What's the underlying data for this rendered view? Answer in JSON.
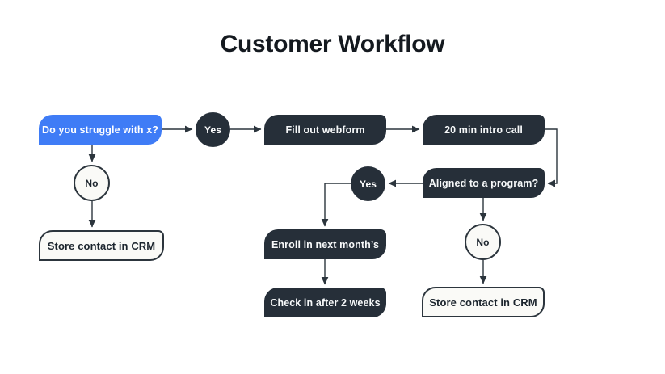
{
  "title": "Customer Workflow",
  "colors": {
    "accent_blue": "#3f7cf6",
    "node_dark": "#262f39",
    "node_light_fill": "#fafaf7",
    "connector_line": "#2c353d",
    "background": "#ffffff"
  },
  "nodes": {
    "start": {
      "label": "Do you struggle with x?"
    },
    "yes1": {
      "label": "Yes"
    },
    "webform": {
      "label": "Fill out webform"
    },
    "intro_call": {
      "label": "20 min intro call"
    },
    "aligned": {
      "label": "Aligned to a program?"
    },
    "yes2": {
      "label": "Yes"
    },
    "no1": {
      "label": "No"
    },
    "crm_left": {
      "label": "Store contact in CRM"
    },
    "enroll": {
      "label": "Enroll in next month’s"
    },
    "checkin": {
      "label": "Check in after 2 weeks"
    },
    "no2": {
      "label": "No"
    },
    "crm_right": {
      "label": "Store contact in CRM"
    }
  },
  "edges": [
    {
      "from": "start",
      "to": "yes1"
    },
    {
      "from": "yes1",
      "to": "webform"
    },
    {
      "from": "webform",
      "to": "intro_call"
    },
    {
      "from": "intro_call",
      "to": "aligned"
    },
    {
      "from": "aligned",
      "to": "yes2"
    },
    {
      "from": "yes2",
      "to": "enroll"
    },
    {
      "from": "enroll",
      "to": "checkin"
    },
    {
      "from": "aligned",
      "to": "no2"
    },
    {
      "from": "no2",
      "to": "crm_right"
    },
    {
      "from": "start",
      "to": "no1"
    },
    {
      "from": "no1",
      "to": "crm_left"
    }
  ]
}
